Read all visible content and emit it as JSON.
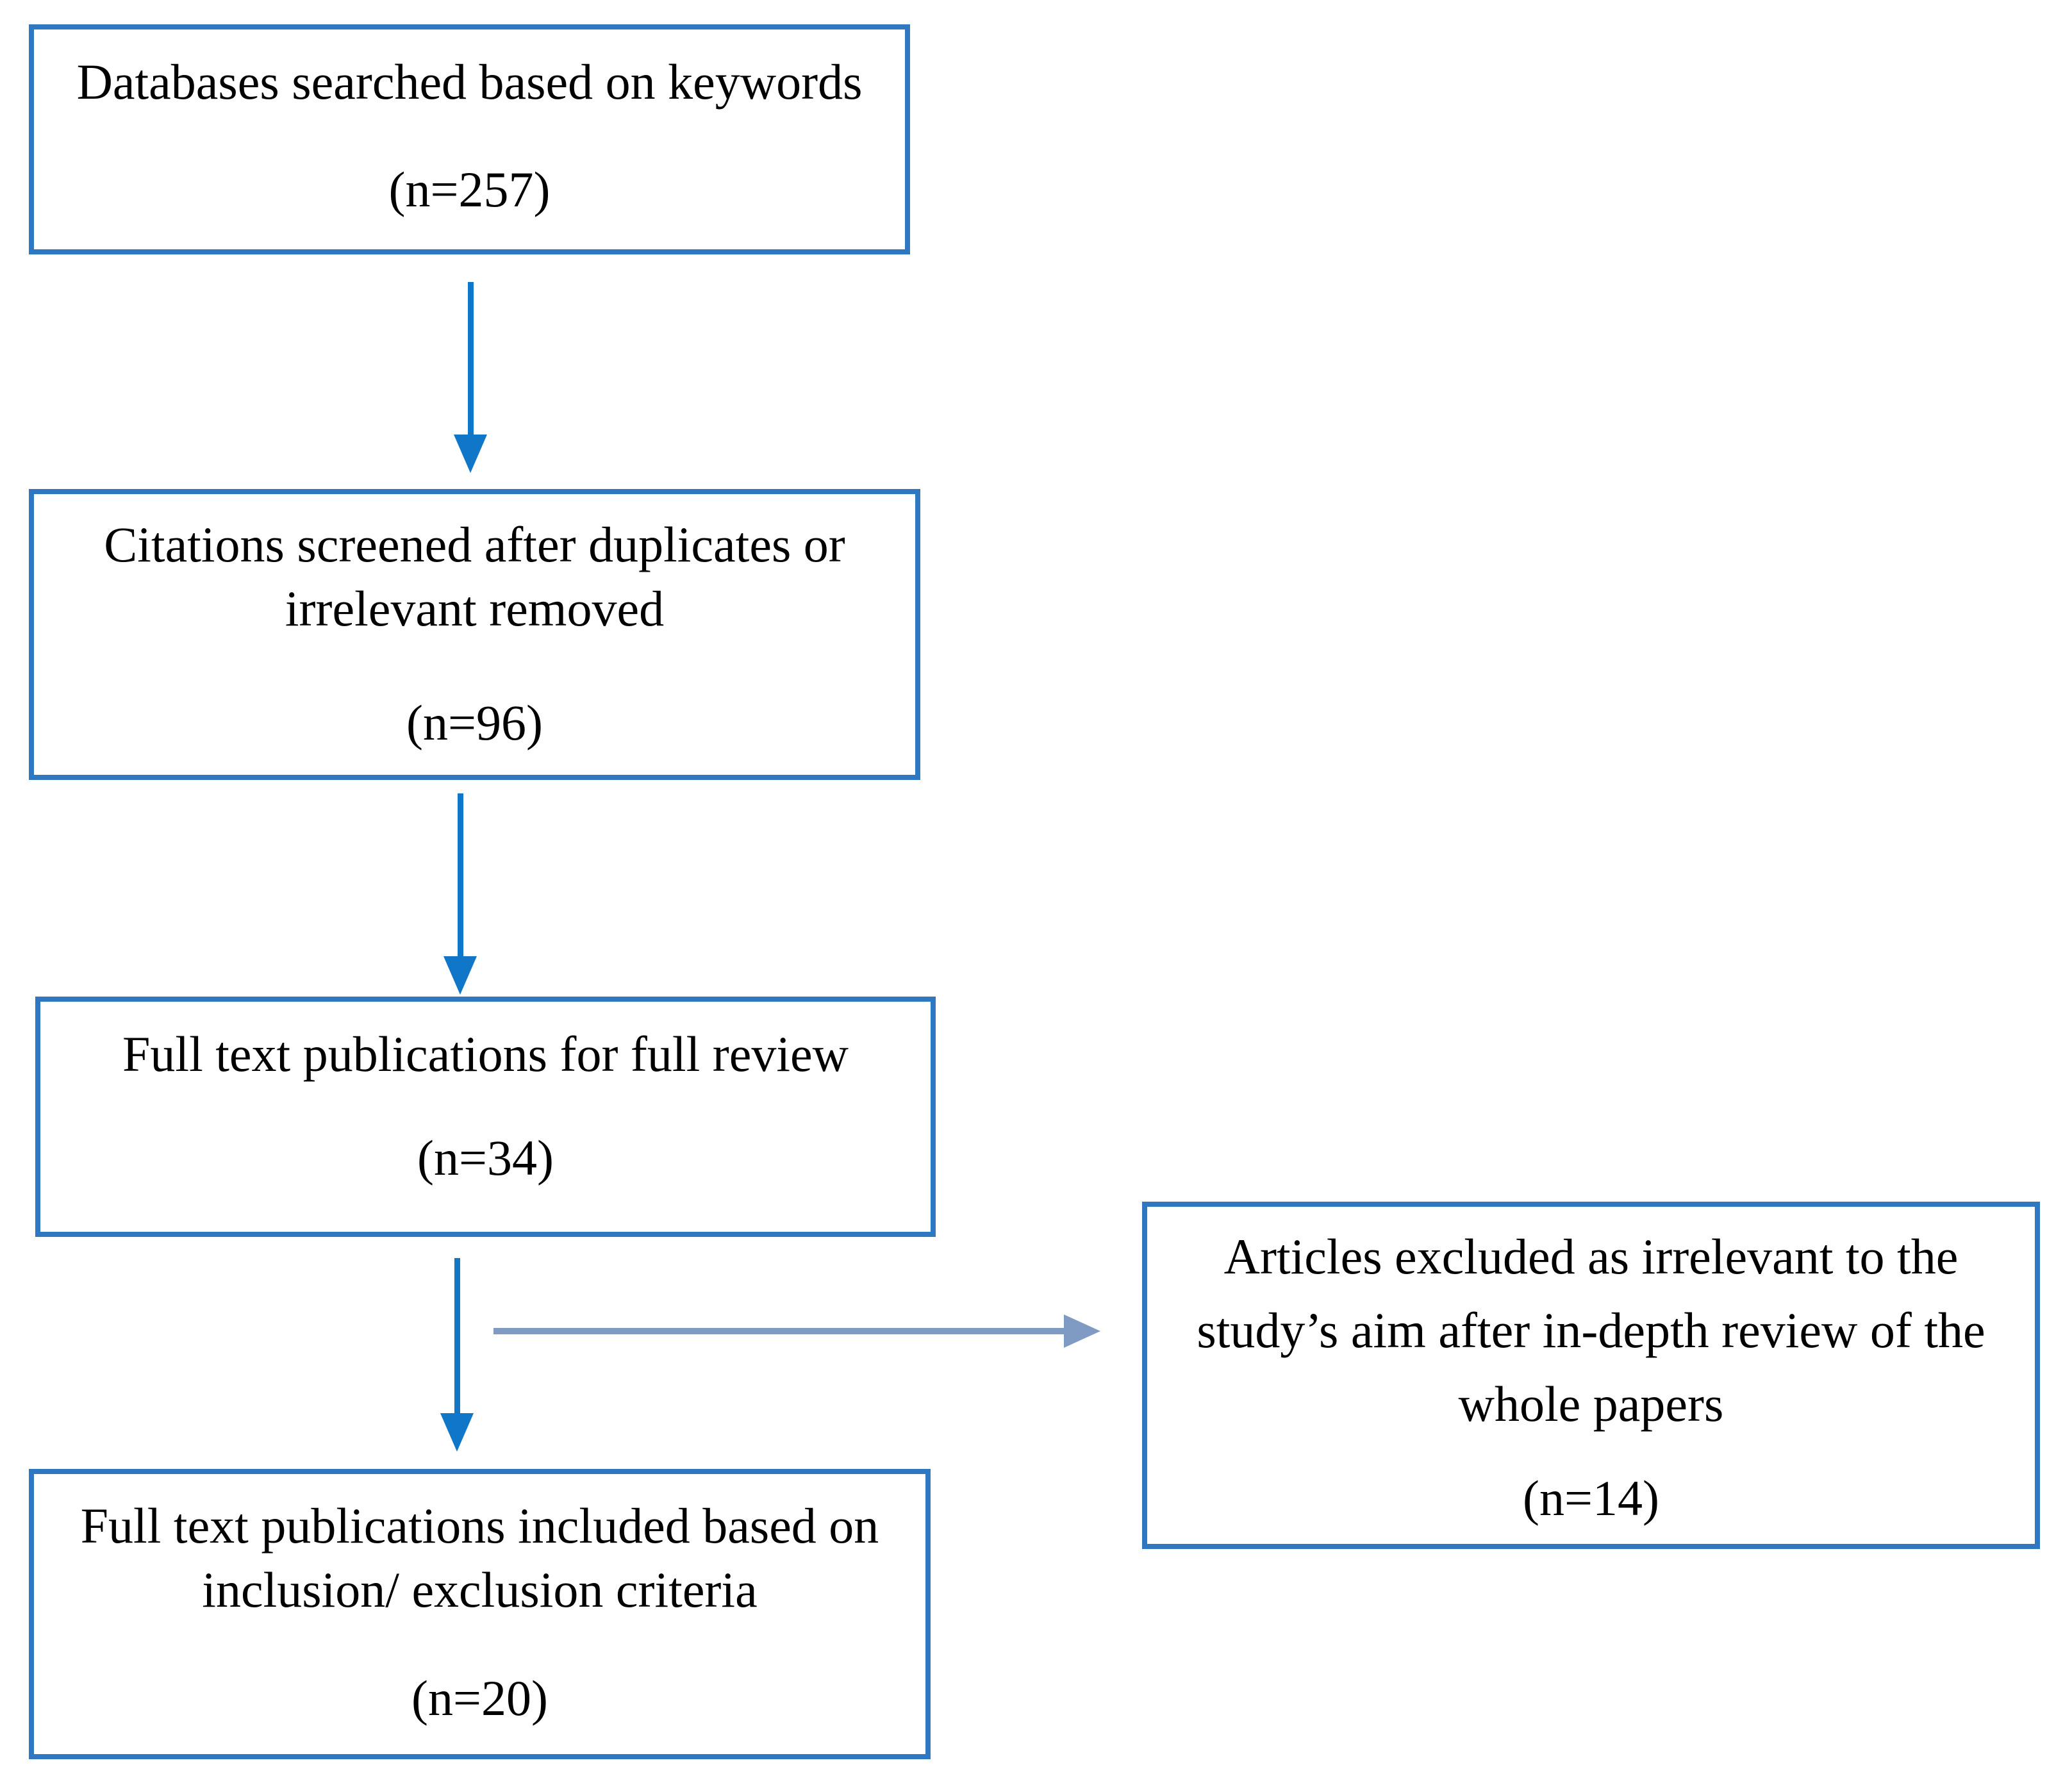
{
  "flowchart": {
    "type": "prisma-literature-screening-flow",
    "boxes": [
      {
        "id": "databases-searched",
        "label": "Databases searched based on keywords",
        "count": "(n=257)"
      },
      {
        "id": "citations-screened",
        "label": "Citations screened after duplicates or irrelevant removed",
        "count": "(n=96)"
      },
      {
        "id": "full-text-review",
        "label": "Full text publications for full review",
        "count": "(n=34)"
      },
      {
        "id": "full-text-included",
        "label": "Full text publications included based on inclusion/ exclusion criteria",
        "count": "(n=20)"
      },
      {
        "id": "articles-excluded",
        "label": "Articles excluded as irrelevant to the study’s aim after in-depth review of the whole papers",
        "count": "(n=14)"
      }
    ],
    "arrows": [
      {
        "from": "databases-searched",
        "to": "citations-screened",
        "direction": "down"
      },
      {
        "from": "citations-screened",
        "to": "full-text-review",
        "direction": "down"
      },
      {
        "from": "full-text-review",
        "to": "full-text-included",
        "direction": "down"
      },
      {
        "from": "full-text-review",
        "to": "articles-excluded",
        "direction": "right"
      }
    ],
    "colors": {
      "box_border": "#2e78c2",
      "arrow_down": "#1076c8",
      "arrow_right": "#7f9bc3",
      "text": "#000000",
      "background": "#ffffff"
    }
  }
}
